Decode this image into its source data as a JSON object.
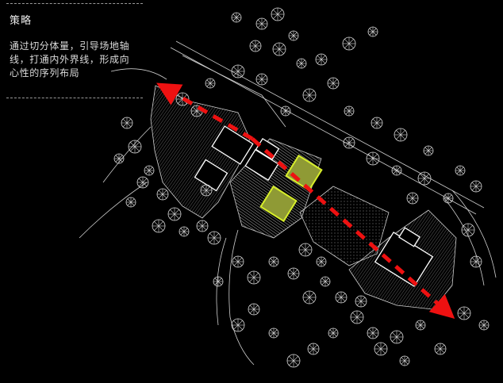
{
  "strategy": {
    "title": "策略",
    "lines": [
      "通过切分体量，引导场地轴",
      "线，打通内外界线，形成向",
      "心性的序列布局"
    ]
  },
  "colors": {
    "background": "#000000",
    "linework": "#d8d8d8",
    "building_outline": "#ffffff",
    "hatch": "#9a9a9a",
    "axis_arrow": "#ee1111",
    "highlight_box": "#d7ee2a",
    "highlight_fill": "#8f9a35"
  },
  "icons": [
    "tree-symbol",
    "red-dashed-axis-arrow",
    "highlight-square"
  ]
}
